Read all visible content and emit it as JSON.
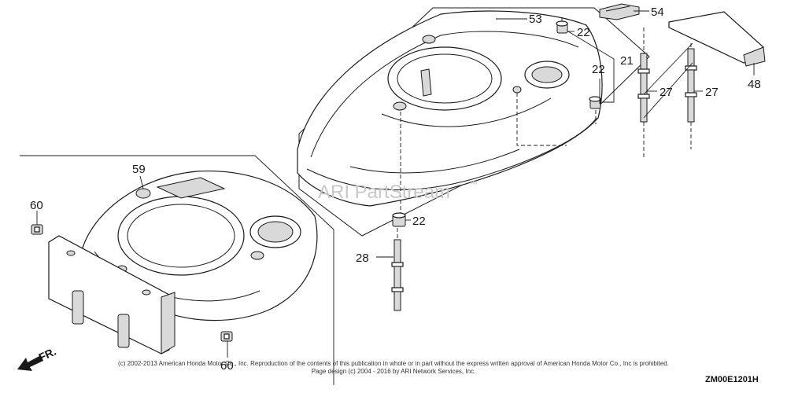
{
  "callouts": {
    "c53": "53",
    "c54": "54",
    "c22a": "22",
    "c48": "48",
    "c21": "21",
    "c22b": "22",
    "c27a": "27",
    "c27b": "27",
    "c59": "59",
    "c60a": "60",
    "c22c": "22",
    "c28": "28",
    "c60b": "60"
  },
  "watermark": {
    "text": "ARI PartStream",
    "tm": "™"
  },
  "direction": {
    "label": "FR."
  },
  "copyright": {
    "line1": "(c) 2002-2013 American Honda Motor Co., Inc. Reproduction of the contents of this publication in whole or in part without the express written approval of American Honda Motor Co., Inc is prohibited.",
    "line2": "Page design (c) 2004 - 2016 by ARI Network Services, Inc."
  },
  "diagram_code": "ZM00E1201H"
}
